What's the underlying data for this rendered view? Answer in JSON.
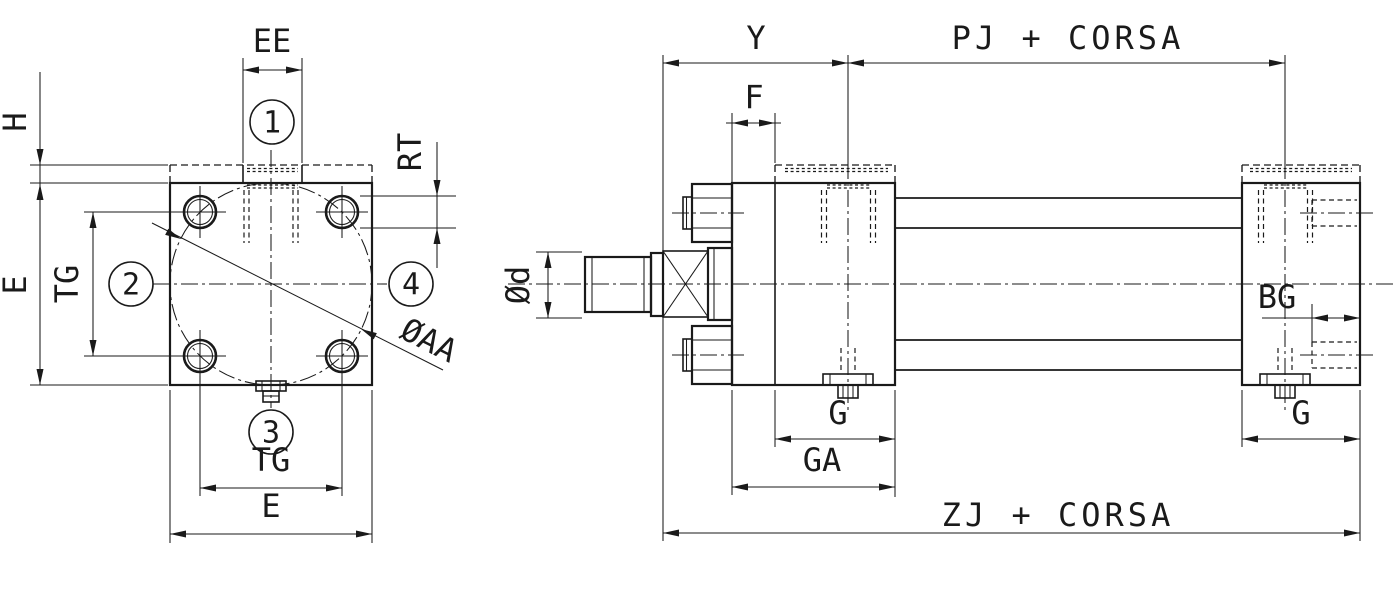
{
  "drawing": {
    "colors": {
      "line": "#1a1a1a",
      "background": "#ffffff"
    },
    "left_view": {
      "dim_ee": "EE",
      "dim_h": "H",
      "dim_e_side": "E",
      "dim_tg_side": "TG",
      "dim_rt": "RT",
      "dim_bolt_circle": "ØAA",
      "dim_tg_bottom": "TG",
      "dim_e_bottom": "E",
      "ports": [
        {
          "label": "1"
        },
        {
          "label": "2"
        },
        {
          "label": "3"
        },
        {
          "label": "4"
        }
      ]
    },
    "side_view": {
      "dim_y": "Y",
      "dim_pj_plus_stroke": "PJ + CORSA",
      "dim_f": "F",
      "dim_rod_diameter": "Ød",
      "dim_bg": "BG",
      "dim_g_head": "G",
      "dim_ga": "GA",
      "dim_g_cap": "G",
      "dim_zj_plus_stroke": "ZJ + CORSA"
    }
  }
}
